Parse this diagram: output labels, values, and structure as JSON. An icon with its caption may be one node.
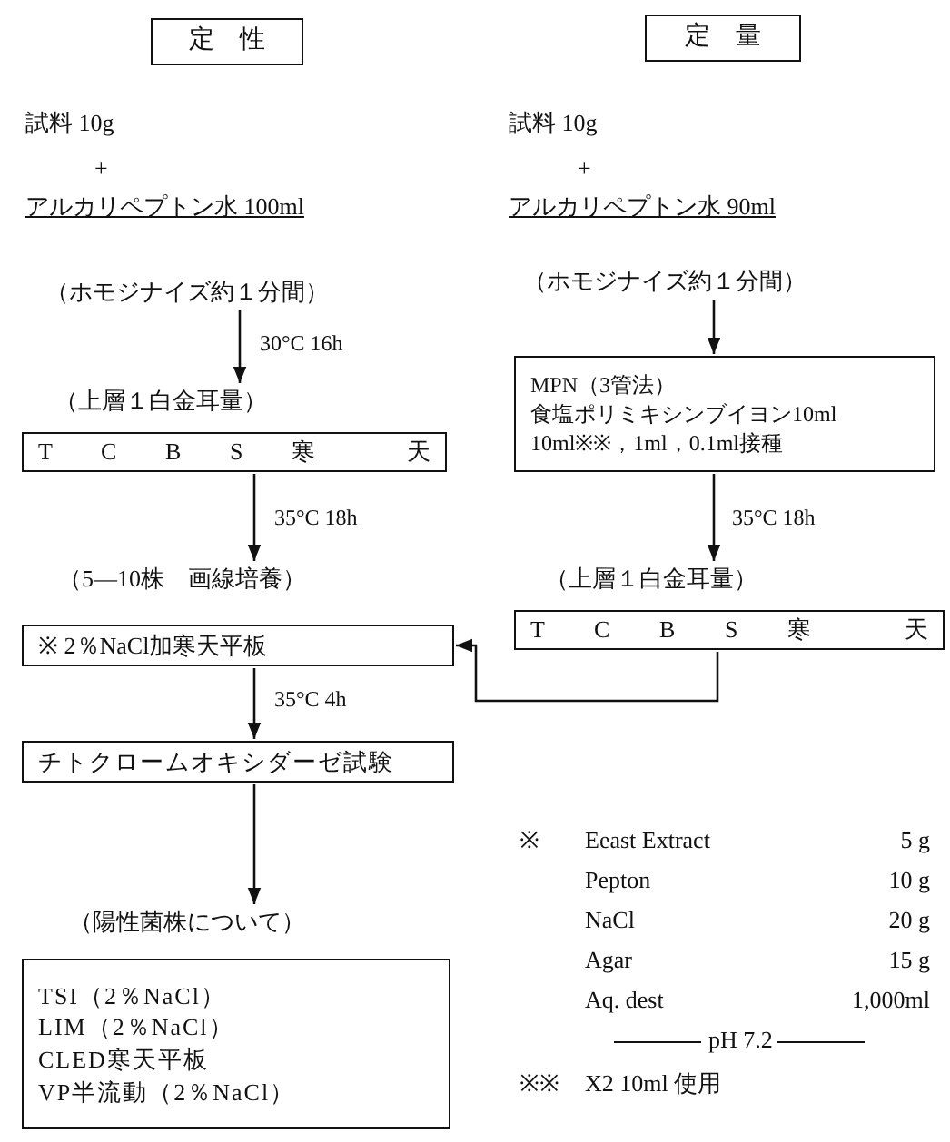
{
  "diagram": {
    "nodes": [
      {
        "text": [
          "定　性"
        ]
      },
      {
        "text": [
          "（ホモジナイズ約１分間）"
        ]
      },
      {
        "text": [
          "（上層１白金耳量）"
        ]
      },
      {
        "text": [
          "T C B S 寒 天"
        ]
      },
      {
        "text": [
          "（5—10株　画線培養）"
        ]
      },
      {
        "text": [
          "※ 2％NaCl加寒天平板"
        ]
      },
      {
        "text": [
          "チトクロームオキシダーゼ試験"
        ]
      },
      {
        "text": [
          "（陽性菌株について）"
        ]
      },
      {
        "text": [
          "TSI（2％NaCl）",
          "LIM（2％NaCl）",
          "CLED寒天平板",
          "VP半流動（2％NaCl）"
        ]
      },
      {
        "text": [
          "定　量"
        ]
      },
      {
        "text": [
          "（ホモジナイズ約１分間）"
        ]
      },
      {
        "text": [
          "MPN（3管法）",
          "食塩ポリミキシンブイヨン10ml",
          "10ml※※，1ml，0.1ml接種"
        ]
      },
      {
        "text": [
          "（上層１白金耳量）"
        ]
      },
      {
        "text": [
          "T C B S 寒 天"
        ]
      }
    ],
    "edges": [
      {
        "from": 1,
        "to": 2,
        "arrow": "to",
        "label": "30°C 16h"
      },
      {
        "from": 3,
        "to": 4,
        "arrow": "to",
        "label": "35°C 18h"
      },
      {
        "from": 5,
        "to": 6,
        "arrow": "to",
        "label": "35°C 4h"
      },
      {
        "from": 6,
        "to": 7,
        "arrow": "to"
      },
      {
        "from": 10,
        "to": 11,
        "arrow": "to"
      },
      {
        "from": 11,
        "to": 12,
        "arrow": "to",
        "label": "35°C 18h"
      },
      {
        "from": 13,
        "to": 5,
        "arrow": "to"
      }
    ],
    "labels": [
      "試料 10g",
      "+",
      "アルカリペプトン水 100ml",
      "試料 10g",
      "+",
      "アルカリペプトン水 90ml",
      "※",
      "Eeast Extract",
      "5 g",
      "Pepton",
      "10 g",
      "NaCl",
      "20 g",
      "Agar",
      "15 g",
      "Aq. dest",
      "1,000ml",
      "pH 7.2",
      "※※",
      "X2 10ml 使用"
    ]
  }
}
